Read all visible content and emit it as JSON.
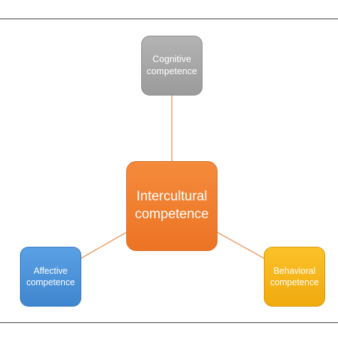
{
  "diagram": {
    "center": {
      "label": "Intercultural\ncompetence"
    },
    "nodes": [
      {
        "id": "cognitive",
        "label": "Cognitive\ncompetence"
      },
      {
        "id": "affective",
        "label": "Affective\ncompetence"
      },
      {
        "id": "behavioral",
        "label": "Behavioral\ncompetence"
      }
    ],
    "colors": {
      "center": "#ED7D31",
      "cognitive": "#A5A5A5",
      "affective": "#4A90D9",
      "behavioral": "#F5B31B",
      "connector": "#ED9A62"
    }
  }
}
